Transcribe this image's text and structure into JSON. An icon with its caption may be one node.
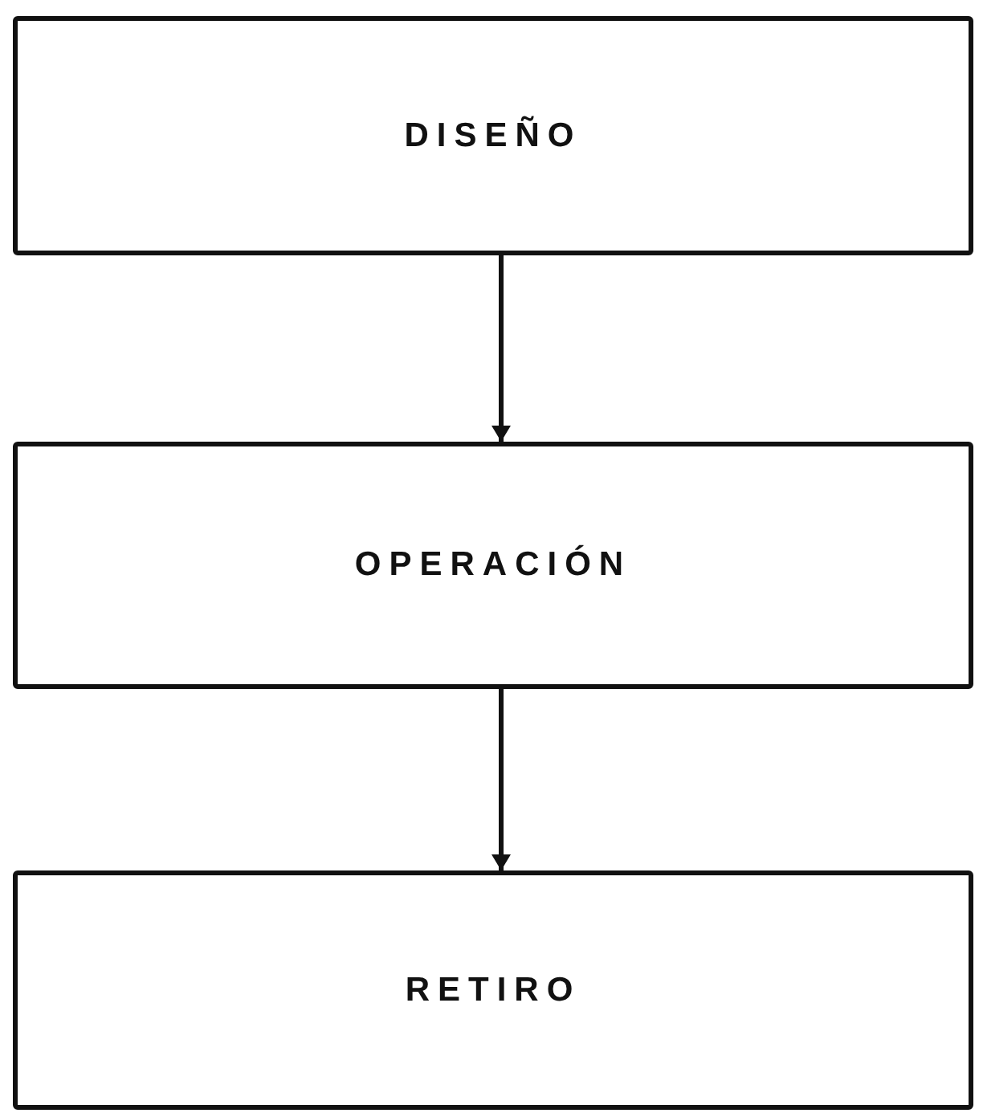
{
  "diagram": {
    "nodes": [
      {
        "text": [
          "DISEÑO"
        ]
      },
      {
        "text": [
          "OPERACIÓN"
        ]
      },
      {
        "text": [
          "RETIRO"
        ]
      }
    ],
    "edges": [
      {
        "from": 0,
        "to": 1,
        "arrow": "to"
      },
      {
        "from": 1,
        "to": 2,
        "arrow": "to"
      }
    ]
  }
}
